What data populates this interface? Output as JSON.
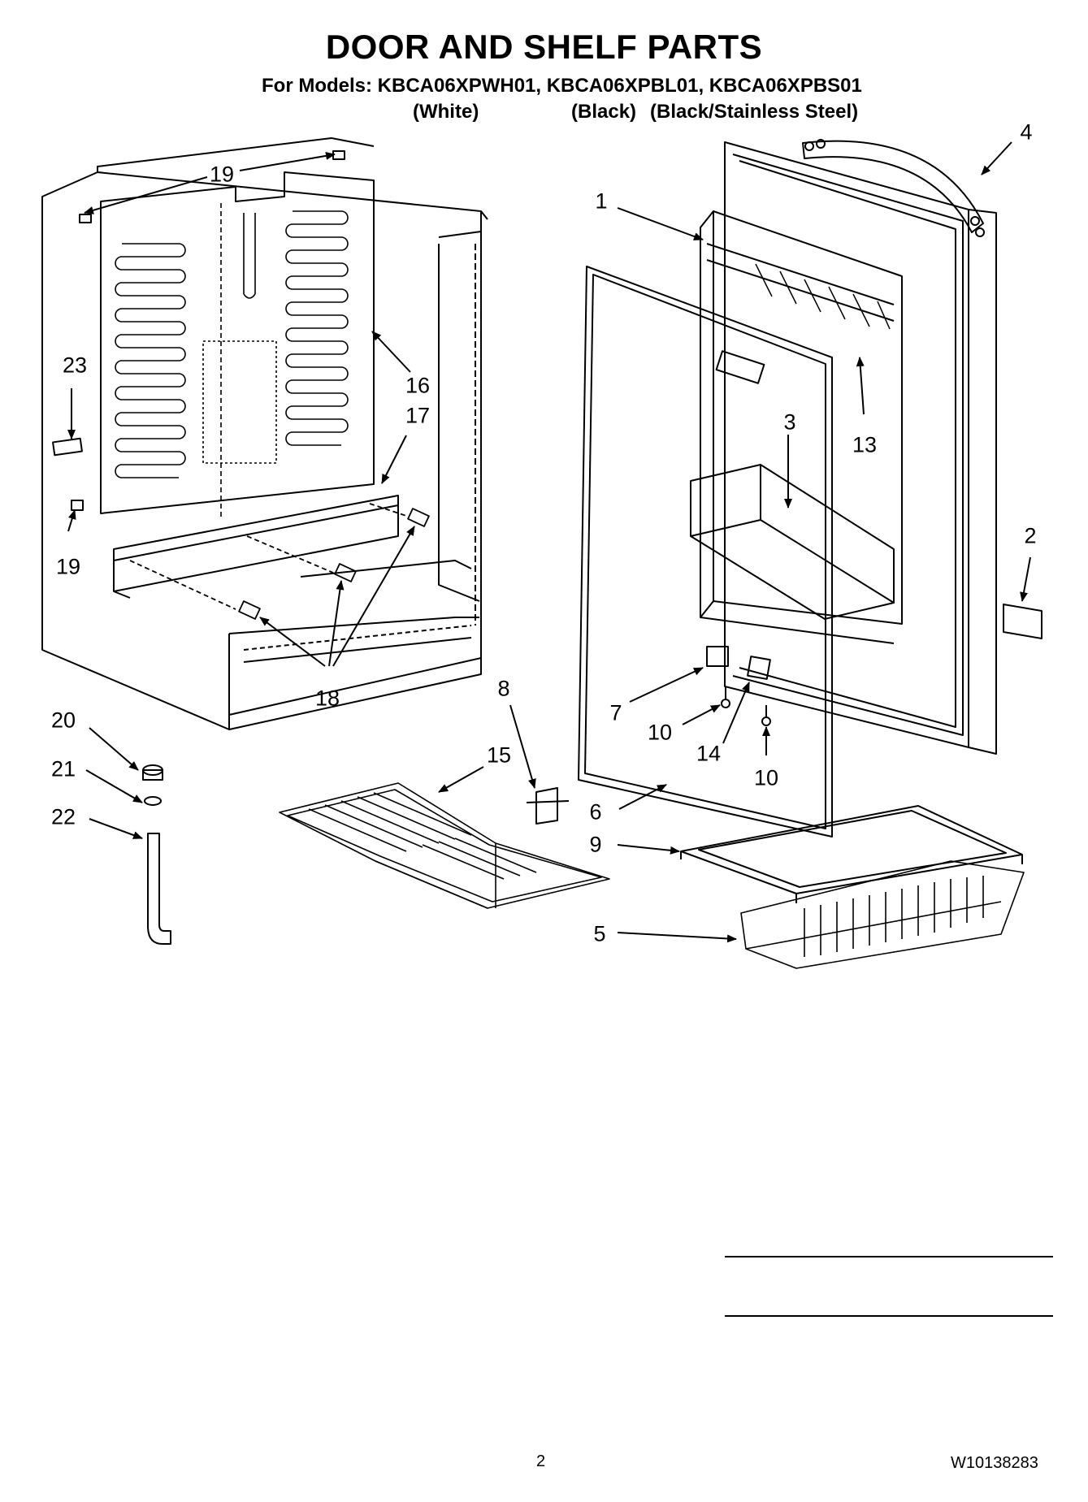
{
  "header": {
    "title": "DOOR AND SHELF PARTS",
    "models_line": "For Models: KBCA06XPWH01, KBCA06XPBL01, KBCA06XPBS01",
    "variants": [
      "(White)",
      "(Black)",
      "(Black/Stainless Steel)"
    ]
  },
  "callouts": [
    {
      "id": "c19a",
      "label": "19"
    },
    {
      "id": "c1",
      "label": "1"
    },
    {
      "id": "c4",
      "label": "4"
    },
    {
      "id": "c23",
      "label": "23"
    },
    {
      "id": "c16",
      "label": "16"
    },
    {
      "id": "c17",
      "label": "17"
    },
    {
      "id": "c19b",
      "label": "19"
    },
    {
      "id": "c18",
      "label": "18"
    },
    {
      "id": "c3",
      "label": "3"
    },
    {
      "id": "c13",
      "label": "13"
    },
    {
      "id": "c2",
      "label": "2"
    },
    {
      "id": "c8",
      "label": "8"
    },
    {
      "id": "c7",
      "label": "7"
    },
    {
      "id": "c10a",
      "label": "10"
    },
    {
      "id": "c14",
      "label": "14"
    },
    {
      "id": "c10b",
      "label": "10"
    },
    {
      "id": "c20",
      "label": "20"
    },
    {
      "id": "c21",
      "label": "21"
    },
    {
      "id": "c22",
      "label": "22"
    },
    {
      "id": "c15",
      "label": "15"
    },
    {
      "id": "c6",
      "label": "6"
    },
    {
      "id": "c9",
      "label": "9"
    },
    {
      "id": "c5",
      "label": "5"
    }
  ],
  "footer": {
    "page_number": "2",
    "doc_number": "W10138283"
  }
}
